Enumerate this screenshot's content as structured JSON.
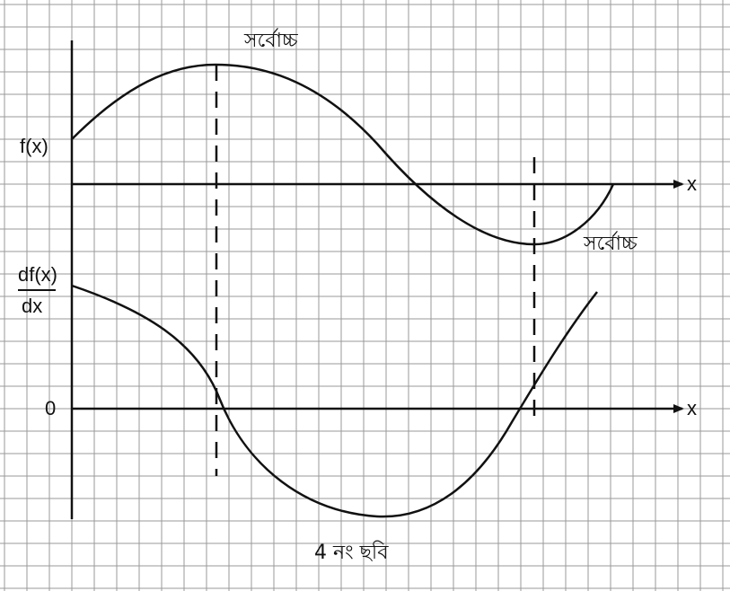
{
  "labels": {
    "fx": "f(x)",
    "dfx_num": "df(x)",
    "dfx_den": "dx",
    "zero": "0",
    "x_axis_top": "x",
    "x_axis_bottom": "x",
    "maximum": "সর্বোচ্চ",
    "minimum": "সর্বোচ্চ",
    "caption": "4 নং ছবি"
  },
  "colors": {
    "ink": "#111111",
    "grid": "#9a9a9a",
    "paper": "#ffffff"
  }
}
